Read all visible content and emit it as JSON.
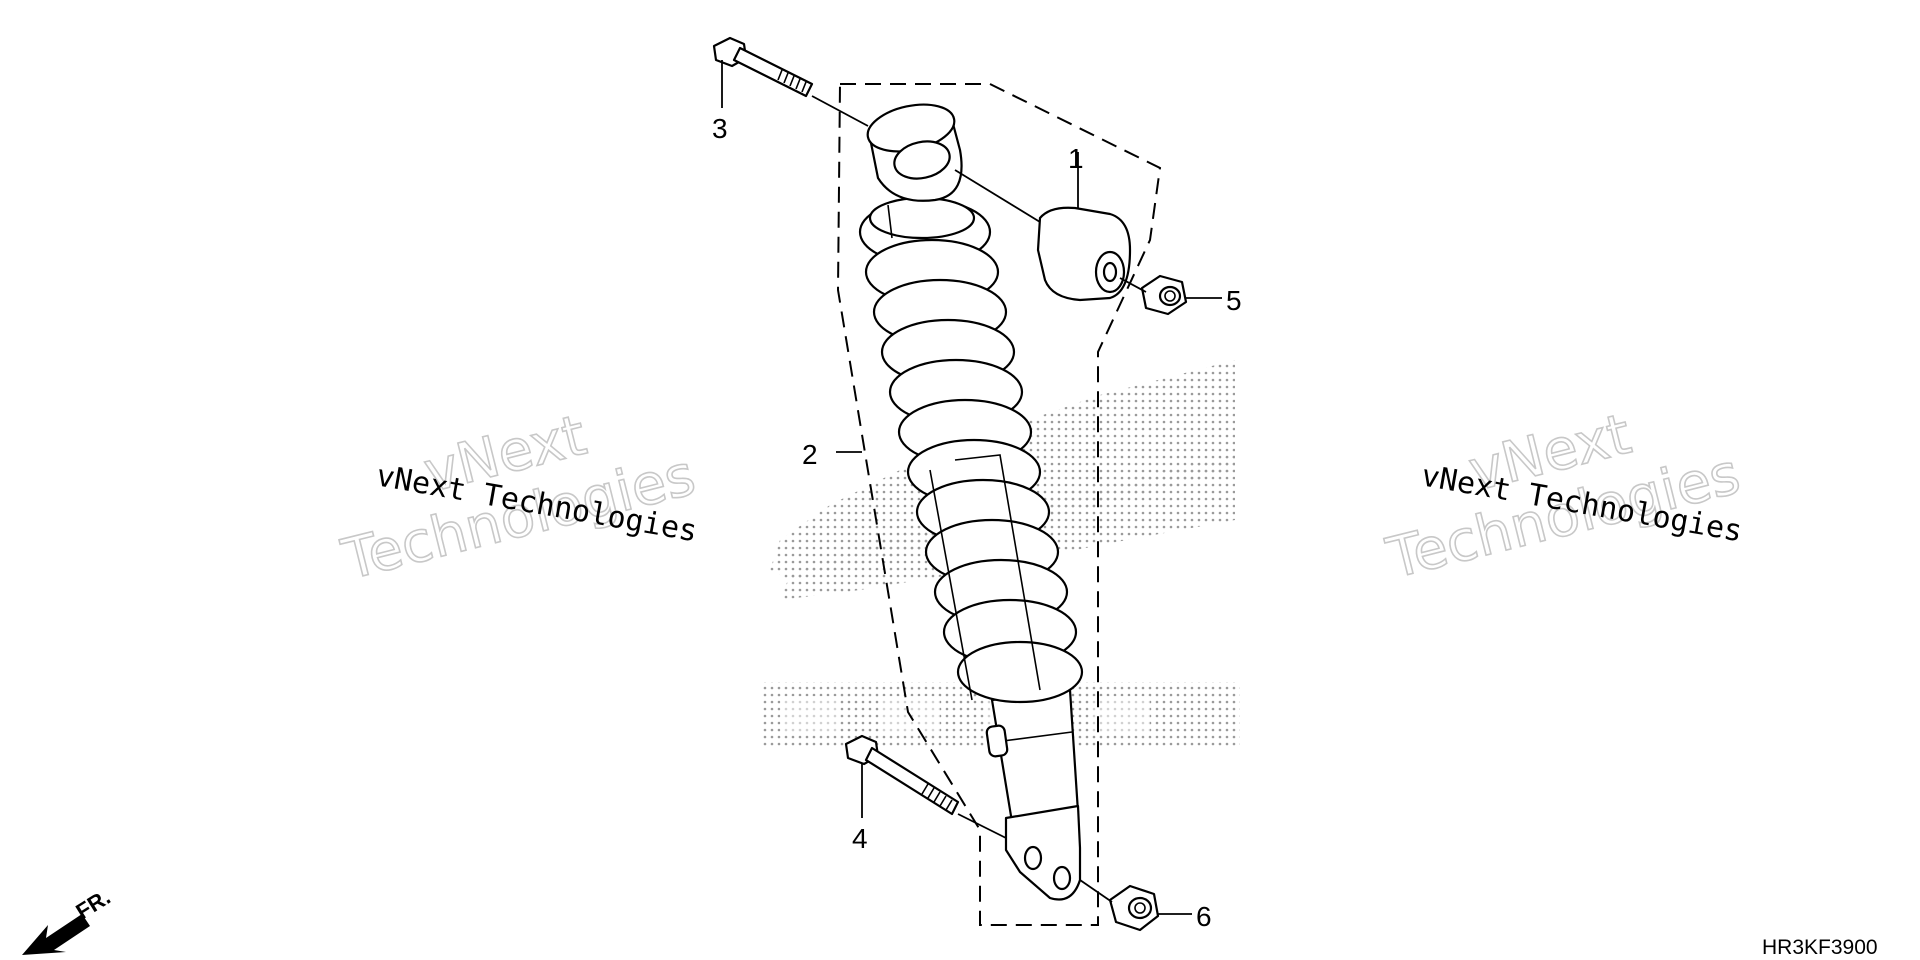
{
  "callouts": {
    "c1": "1",
    "c2": "2",
    "c3": "3",
    "c4": "4",
    "c5": "5",
    "c6": "6"
  },
  "watermark": {
    "left_line1": "vNext",
    "left_line2": "Technologies",
    "left_small": "vNext Technologies",
    "right_line1": "vNext",
    "right_line2": "Technologies",
    "right_small": "vNext Technologies"
  },
  "direction": {
    "label": "FR."
  },
  "diagram_code": "HR3KF3900",
  "colors": {
    "line": "#000000",
    "background": "#ffffff",
    "logo_dots": "#9a9a9a",
    "watermark_outline": "#c8c8c8"
  },
  "icons": {
    "direction": "front-arrow-icon",
    "logo": "honda-wing-logo"
  }
}
